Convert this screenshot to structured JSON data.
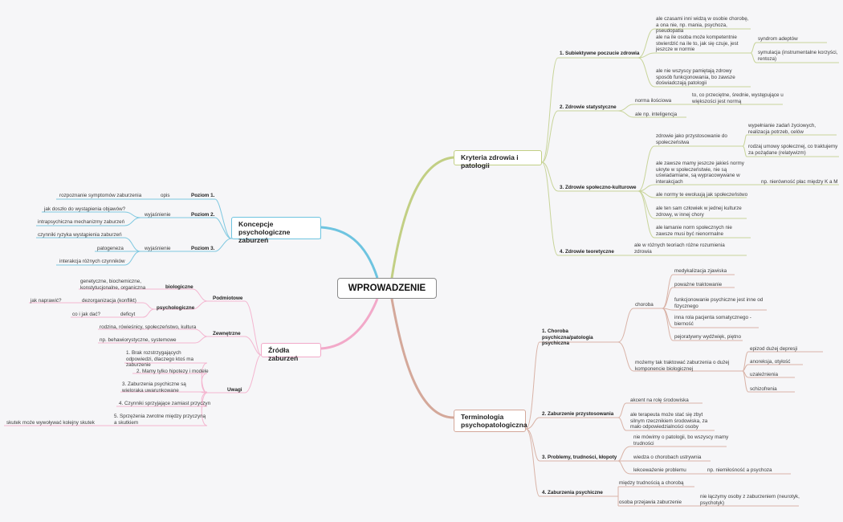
{
  "root": "WPROWADZENIE",
  "kryteria": {
    "title": "Kryteria zdrowia i patologii",
    "s1": "1. Subiektywne poczucie zdrowia",
    "s1a": "ale czasami inni widzą w osobie chorobę, a ona nie, np. mania, psychoza, pseudopatia",
    "s1b": "ale na ile osoba może kompetentnie stwierdzić na ile to, jak się czuje, jest jeszcze w normie",
    "s1b1": "syndrom adeptów",
    "s1b2": "symulacja (instrumentalne korzyści, rentoza)",
    "s1c": "ale nie wszyscy pamiętają zdrowy sposób funkcjonowania, bo zawsze doświadczają patologii",
    "s2": "2. Zdrowie statystyczne",
    "s2a": "norma ilościowa",
    "s2a1": "to, co przeciętne, średnie, występujące u większości jest normą",
    "s2b": "ale np. inteligencja",
    "s3": "3. Zdrowie społeczno-kulturowe",
    "s3a": "zdrowie jako przystosowanie do społeczeństwa",
    "s3a1": "wypełnianie zadań życiowych, realizacja potrzeb, celów",
    "s3a2": "rodzaj umowy społecznej, co traktujemy za pożądane (relatywizm)",
    "s3b": "ale zawsze mamy jeszcze jakieś normy ukryte w społeczeństwie, nie są uświadamiane, są wypracowywane w interakcjach",
    "s3b1": "np. nierówność płac między K a M",
    "s3c": "ale normy te ewoluują jak społeczeństwo",
    "s3d": "ale ten sam człowiek w jednej kulturze zdrowy, w innej chory",
    "s3e": "ale łamanie norm społecznych nie zawsze musi być nienormalne",
    "s4": "4. Zdrowie teoretyczne",
    "s4a": "ale w różnych teoriach różne rozumienia zdrowia"
  },
  "terminologia": {
    "title": "Terminologia psychopatologiczna",
    "t1": "1. Choroba psychiczna/patologia psychiczna",
    "t1a": "choroba",
    "t1a1": "medykalizacja zjawiska",
    "t1a2": "poważne traktowanie",
    "t1a3": "funkcjonowanie psychiczne jest inne od fizycznego",
    "t1a4": "inna rola pacjenta somatycznego - bierność",
    "t1a5": "pejoratywny wydźwięk, piętno",
    "t1b": "możemy tak traktować zaburzenia o dużej komponencie biologicznej",
    "t1b1": "epizod dużej depresji",
    "t1b2": "anoreksja, otyłość",
    "t1b3": "uzależnienia",
    "t1b4": "schizofrenia",
    "t2": "2. Zaburzenie przystosowania",
    "t2a": "akcent na rolę środowiska",
    "t2b": "ale terapeuta może stać się zbyt silnym rzecznikiem środowiska, za mało odpowiedzialności osoby",
    "t3": "3. Problemy, trudności, kłopoty",
    "t3a": "nie mówimy o patologii, bo wszyscy mamy trudności",
    "t3b": "wiedza o chorobach ustrywnia",
    "t3c": "lekceważenie problemu",
    "t3c1": "np. niemiłośność a psychoza",
    "t4": "4. Zaburzenia psychiczne",
    "t4a": "między trudnością a chorobą",
    "t4b": "osoba przejawia zaburzenie",
    "t4b1": "nie łączymy osoby z zaburzeniem (neurotyk, psychotyk)"
  },
  "koncepcje": {
    "title": "Koncepcje psychologiczne zaburzeń",
    "p1": "Poziom 1.",
    "p1a": "opis",
    "p1a1": "rozpoznanie symptomów zaburzenia",
    "p2": "Poziom 2.",
    "p2a": "wyjaśnienie",
    "p2a1": "jak doszło do wystąpienia objawów?",
    "p2a2": "intrapsychiczna mechanizmy zaburzeń",
    "p3": "Poziom 3.",
    "p3a": "wyjaśnienie",
    "p3a1": "czynniki ryzyka wystąpienia zaburzeń",
    "p3a2": "patogeneza",
    "p3a3": "interakcja różnych czynników"
  },
  "zrodla": {
    "title": "Źródła zaburzeń",
    "podm": "Podmiotowe",
    "bio": "biologiczne",
    "bio1": "genetyczne, biochemiczne, konstytucjonalne, organiczna",
    "psy": "psychologiczne",
    "psy1": "dezorganizacja (konflikt)",
    "psy1a": "jak naprawić?",
    "psy2": "deficyt",
    "psy2a": "co i jak dać?",
    "zew": "Zewnętrzne",
    "zew1": "rodzina, rówieśnicy, społeczeństwo, kultura",
    "zew2": "np. behawiorystyczne, systemowe",
    "uw": "Uwagi",
    "uw1": "1. Brak rozstrzygających odpowiedzi, dlaczego ktoś ma zaburzenie",
    "uw2": "2. Mamy tylko hipotezy i modele",
    "uw3": "3. Zaburzenia psychiczne są wieloraka uwarunkowane",
    "uw4": "4. Czynniki sprzyjające zamiast przyczyn",
    "uw5": "5. Sprzężenia zwrotne między przyczyną a skutkiem",
    "uw5a": "skutek może wywoływać kolejny skutek"
  },
  "colors": {
    "kryteria": "#c2cf84",
    "terminologia": "#d4a89a",
    "koncepcje": "#6ec4e0",
    "zrodla": "#f2a9c9",
    "rootBorder": "#8a8a8a"
  }
}
